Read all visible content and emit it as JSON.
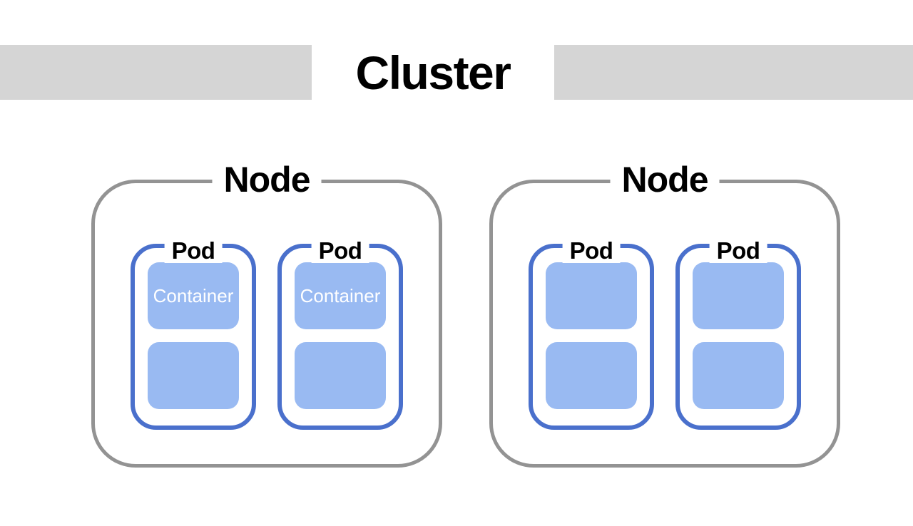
{
  "cluster": {
    "title": "Cluster",
    "nodes": [
      {
        "label": "Node",
        "pods": [
          {
            "label": "Pod",
            "containers": [
              {
                "label": "Container"
              },
              {
                "label": ""
              }
            ]
          },
          {
            "label": "Pod",
            "containers": [
              {
                "label": "Container"
              },
              {
                "label": ""
              }
            ]
          }
        ]
      },
      {
        "label": "Node",
        "pods": [
          {
            "label": "Pod",
            "containers": [
              {
                "label": ""
              },
              {
                "label": ""
              }
            ]
          },
          {
            "label": "Pod",
            "containers": [
              {
                "label": ""
              },
              {
                "label": ""
              }
            ]
          }
        ]
      }
    ]
  },
  "colors": {
    "bar_gray": "#d5d5d5",
    "node_border_gray": "#939393",
    "pod_border_blue": "#4a70cc",
    "container_fill_blue": "#99baf2",
    "title_black": "#000000",
    "container_text_white": "#ffffff"
  }
}
